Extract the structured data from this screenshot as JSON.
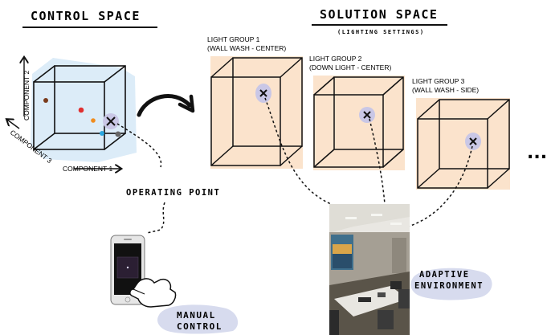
{
  "control": {
    "title": "CONTROL SPACE",
    "axis1": "COMPONENT 1",
    "axis2": "COMPONENT 2",
    "axis3": "COMPONENT 3"
  },
  "solution": {
    "title": "SOLUTION SPACE",
    "subtitle": "(LIGHTING SETTINGS)",
    "groups": [
      {
        "name": "LIGHT GROUP 1",
        "desc": "(WALL WASH - CENTER)"
      },
      {
        "name": "LIGHT GROUP 2",
        "desc": "(DOWN LIGHT - CENTER)"
      },
      {
        "name": "LIGHT GROUP 3",
        "desc": "(WALL WASH - SIDE)"
      }
    ],
    "ellipsis": "..."
  },
  "operating_point": "OPERATING POINT",
  "manual_control": [
    "MANUAL",
    "CONTROL"
  ],
  "adaptive_environment": [
    "ADAPTIVE",
    "ENVIRONMENT"
  ],
  "colors": {
    "control_cube_fill": "#dcecf8",
    "solution_cube_fill": "#fbe3cc",
    "highlight_ellipse": "#c9c7e6",
    "label_blob": "#d7dbee"
  }
}
